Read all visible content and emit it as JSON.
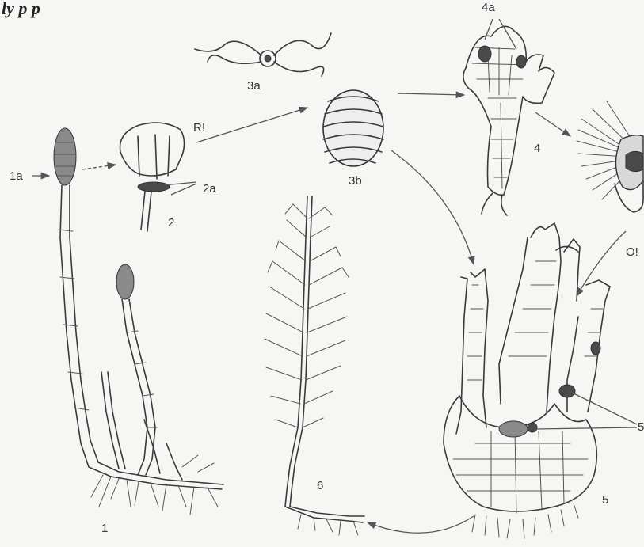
{
  "header_fragment": "ly p p",
  "labels": {
    "l1": "1",
    "l1a": "1a",
    "l2": "2",
    "l2a": "2a",
    "l3a": "3a",
    "l3b": "3b",
    "l4": "4",
    "l4a": "4a",
    "l5": "5",
    "l5b": "5",
    "l6": "6",
    "r": "R!",
    "o": "O!"
  }
}
